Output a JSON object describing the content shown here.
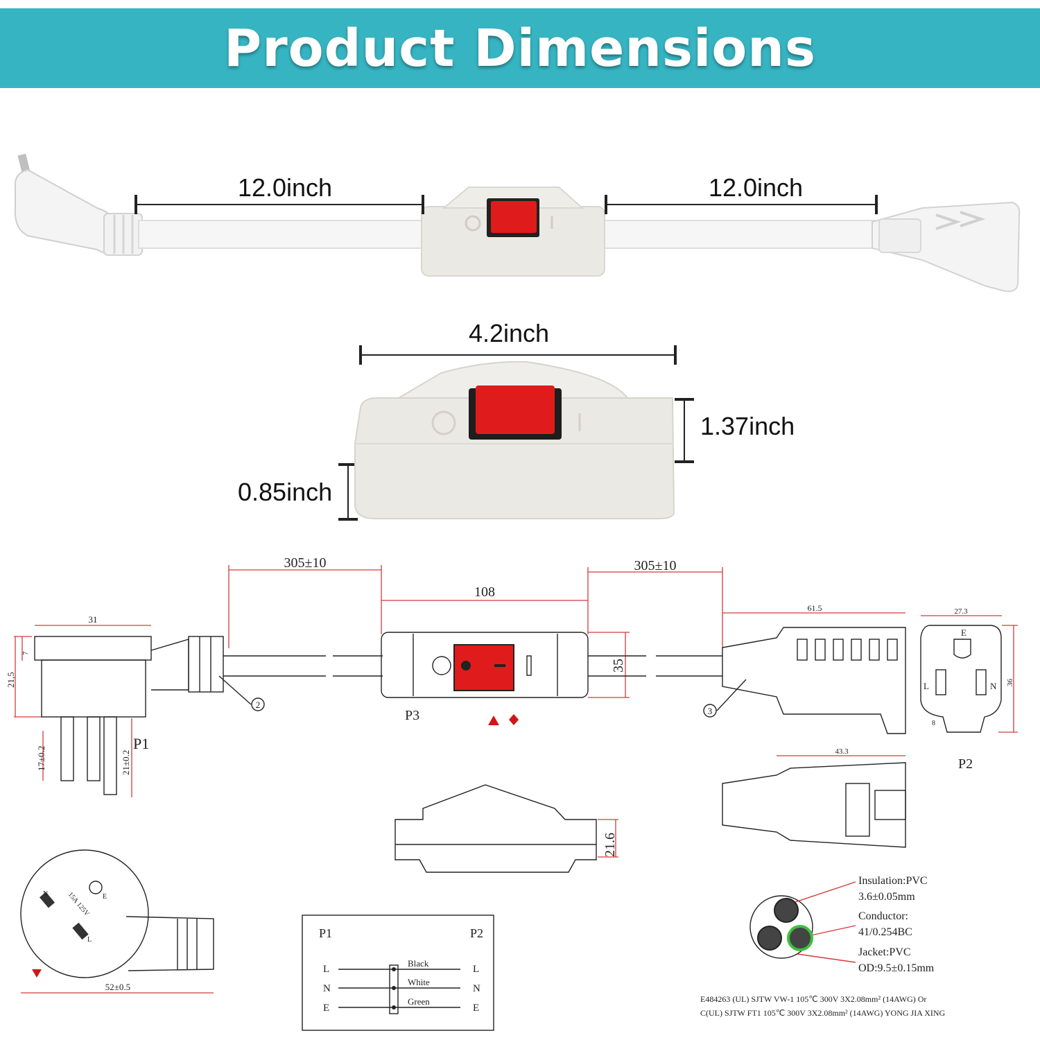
{
  "header": {
    "title": "Product Dimensions"
  },
  "photo_dims": {
    "left_cord": "12.0inch",
    "right_cord": "12.0inch",
    "switch_length": "4.2inch",
    "switch_height": "1.37inch",
    "switch_base": "0.85inch"
  },
  "drawing": {
    "cord_left": "305±10",
    "cord_right": "305±10",
    "switch_len": "108",
    "switch_h": "35",
    "plug_w": "31",
    "plug_top": "7",
    "plug_h": "21,5",
    "prong1": "17±0.2",
    "prong2": "21±0.2",
    "p1": "P1",
    "p2": "P2",
    "p3": "P3",
    "callout2": "2",
    "callout3": "3",
    "conn_len": "61.5",
    "face_w": "27.3",
    "face_h": "36",
    "face_e": "E",
    "face_l": "L",
    "face_n": "N",
    "face_8": "8",
    "conn2_len": "43.3",
    "side_h": "21.6",
    "round_w": "52±0.5",
    "round_rating": "15A 125V",
    "round_n": "N",
    "round_l": "L",
    "round_e": "E"
  },
  "wiring": {
    "p1": "P1",
    "p2": "P2",
    "rows": [
      {
        "left": "L",
        "wire": "Black",
        "right": "L"
      },
      {
        "left": "N",
        "wire": "White",
        "right": "N"
      },
      {
        "left": "E",
        "wire": "Green",
        "right": "E"
      }
    ]
  },
  "cable": {
    "insulation": "Insulation:PVC",
    "insulation_val": "3.6±0.05mm",
    "conductor": "Conductor:",
    "conductor_val": "41/0.254BC",
    "jacket": "Jacket:PVC",
    "jacket_val": "OD:9.5±0.15mm",
    "spec1": "E484263 (UL) SJTW VW-1 105℃ 300V 3X2.08mm² (14AWG) Or",
    "spec2": "C(UL) SJTW FT1 105℃ 300V 3X2.08mm² (14AWG) YONG JIA XING"
  },
  "colors": {
    "banner": "#36b4c2",
    "switch_red": "#e01b1b",
    "dim_red": "#d33a3a"
  }
}
